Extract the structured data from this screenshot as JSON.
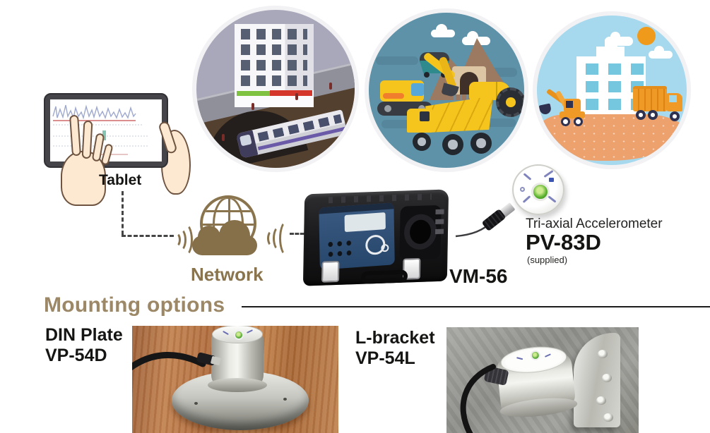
{
  "labels": {
    "tablet": "Tablet",
    "network": "Network",
    "recorder_model": "VM-56",
    "accelerometer_type": "Tri-axial Accelerometer",
    "accelerometer_model": "PV-83D",
    "accelerometer_note": "(supplied)",
    "mounting_heading": "Mounting options",
    "mount_din_name": "DIN Plate",
    "mount_din_model": "VP-54D",
    "mount_l_name": "L-bracket",
    "mount_l_model": "VP-54L"
  },
  "colors": {
    "network_brown": "#8a744d",
    "heading_tan": "#9c8866",
    "label_black": "#151513",
    "scene_city_bg": "#a9a8ba",
    "scene_mining_bg": "#5d92a8",
    "scene_construction_bg": "#a6d9ee",
    "bubble_level_green": "#4aa32c",
    "connector_dash": "#454545"
  },
  "icons": {
    "globe": "globe-network-icon",
    "cloud": "cloud-icon",
    "wifi_left": "wifi-waves-left-icon",
    "wifi_right": "wifi-waves-right-icon"
  }
}
